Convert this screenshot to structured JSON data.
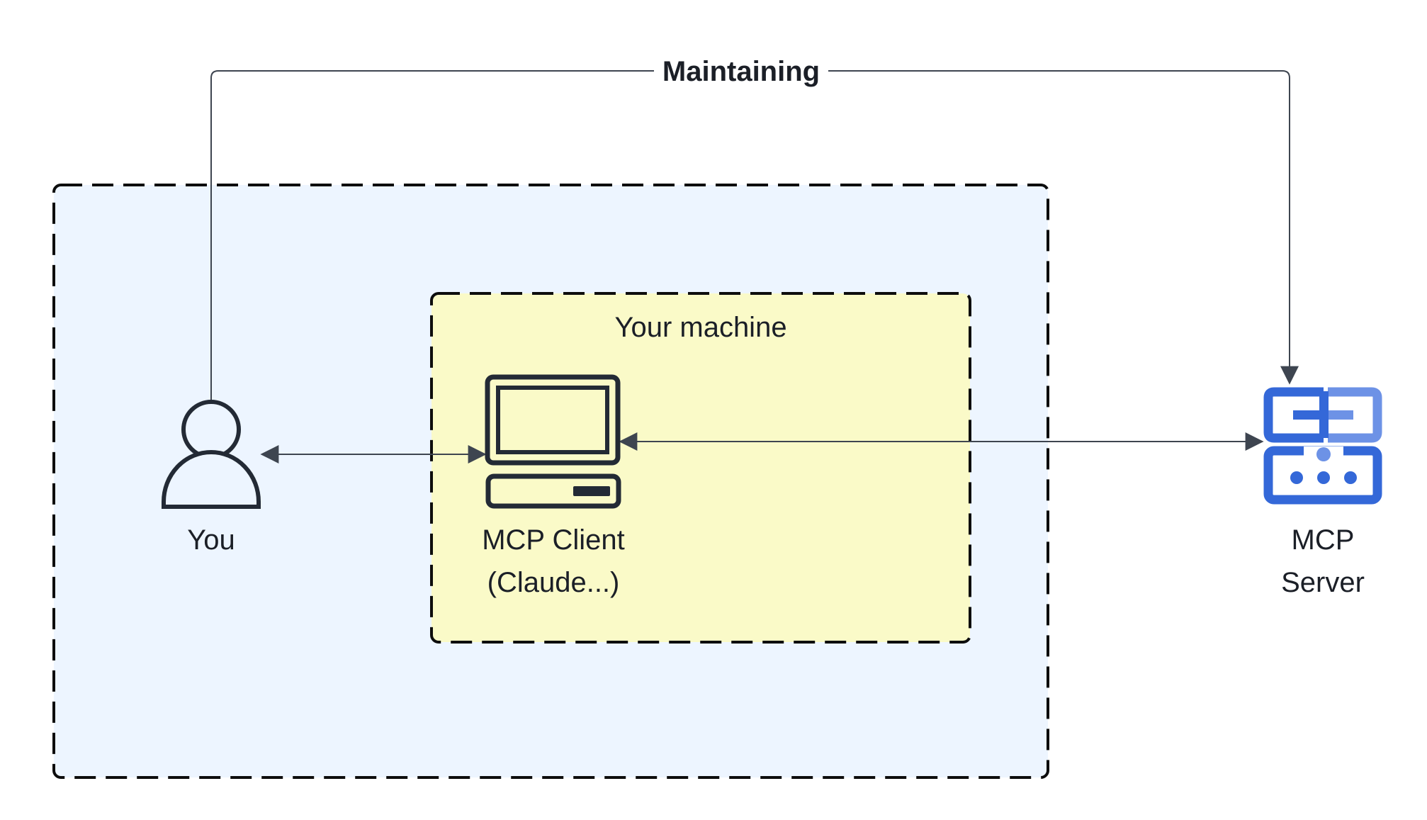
{
  "diagram": {
    "edge_maintaining_label": "Maintaining",
    "machine_label": "Your machine",
    "you_label": "You",
    "client_label_line1": "MCP Client",
    "client_label_line2": "(Claude...)",
    "server_label_line1": "MCP",
    "server_label_line2": "Server",
    "icons": {
      "user": "user-icon",
      "client": "computer-icon",
      "server": "server-icon"
    },
    "colors": {
      "outer_boundary_fill": "#edf5ff",
      "machine_boundary_fill": "#fafac8",
      "line": "#3e4550",
      "icon_dark": "#232a35",
      "server_icon_blue": "#3468d8",
      "server_icon_light_blue": "#6d92e6"
    }
  }
}
